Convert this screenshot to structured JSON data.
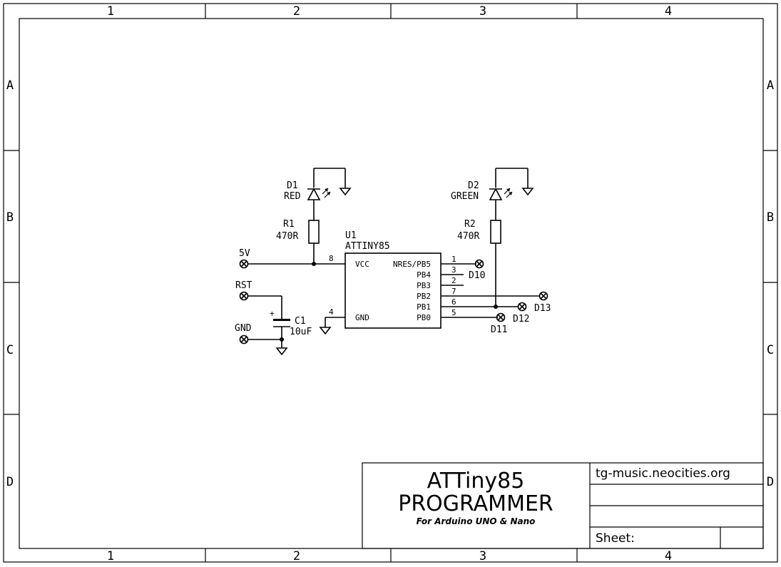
{
  "grid": {
    "columns": [
      "1",
      "2",
      "3",
      "4"
    ],
    "rows": [
      "A",
      "B",
      "C",
      "D"
    ]
  },
  "components": {
    "d1": {
      "ref": "D1",
      "value": "RED"
    },
    "d2": {
      "ref": "D2",
      "value": "GREEN"
    },
    "r1": {
      "ref": "R1",
      "value": "470R"
    },
    "r2": {
      "ref": "R2",
      "value": "470R"
    },
    "c1": {
      "ref": "C1",
      "value": "10uF",
      "polarity": "+"
    },
    "u1": {
      "ref": "U1",
      "value": "ATTINY85",
      "left_pins": [
        {
          "num": "8",
          "name": "VCC"
        },
        {
          "num": "4",
          "name": "GND"
        }
      ],
      "right_pins": [
        {
          "num": "1",
          "name": "NRES/PB5"
        },
        {
          "num": "3",
          "name": "PB4"
        },
        {
          "num": "2",
          "name": "PB3"
        },
        {
          "num": "7",
          "name": "PB2"
        },
        {
          "num": "6",
          "name": "PB1"
        },
        {
          "num": "5",
          "name": "PB0"
        }
      ]
    }
  },
  "connectors": {
    "v5": "5V",
    "rst": "RST",
    "gnd": "GND",
    "d10": "D10",
    "d13": "D13",
    "d12": "D12",
    "d11": "D11"
  },
  "title_block": {
    "title_line1": "ATTiny85",
    "title_line2": "PROGRAMMER",
    "subtitle": "For Arduino UNO & Nano",
    "website": "tg-music.neocities.org",
    "sheet_label": "Sheet:"
  }
}
